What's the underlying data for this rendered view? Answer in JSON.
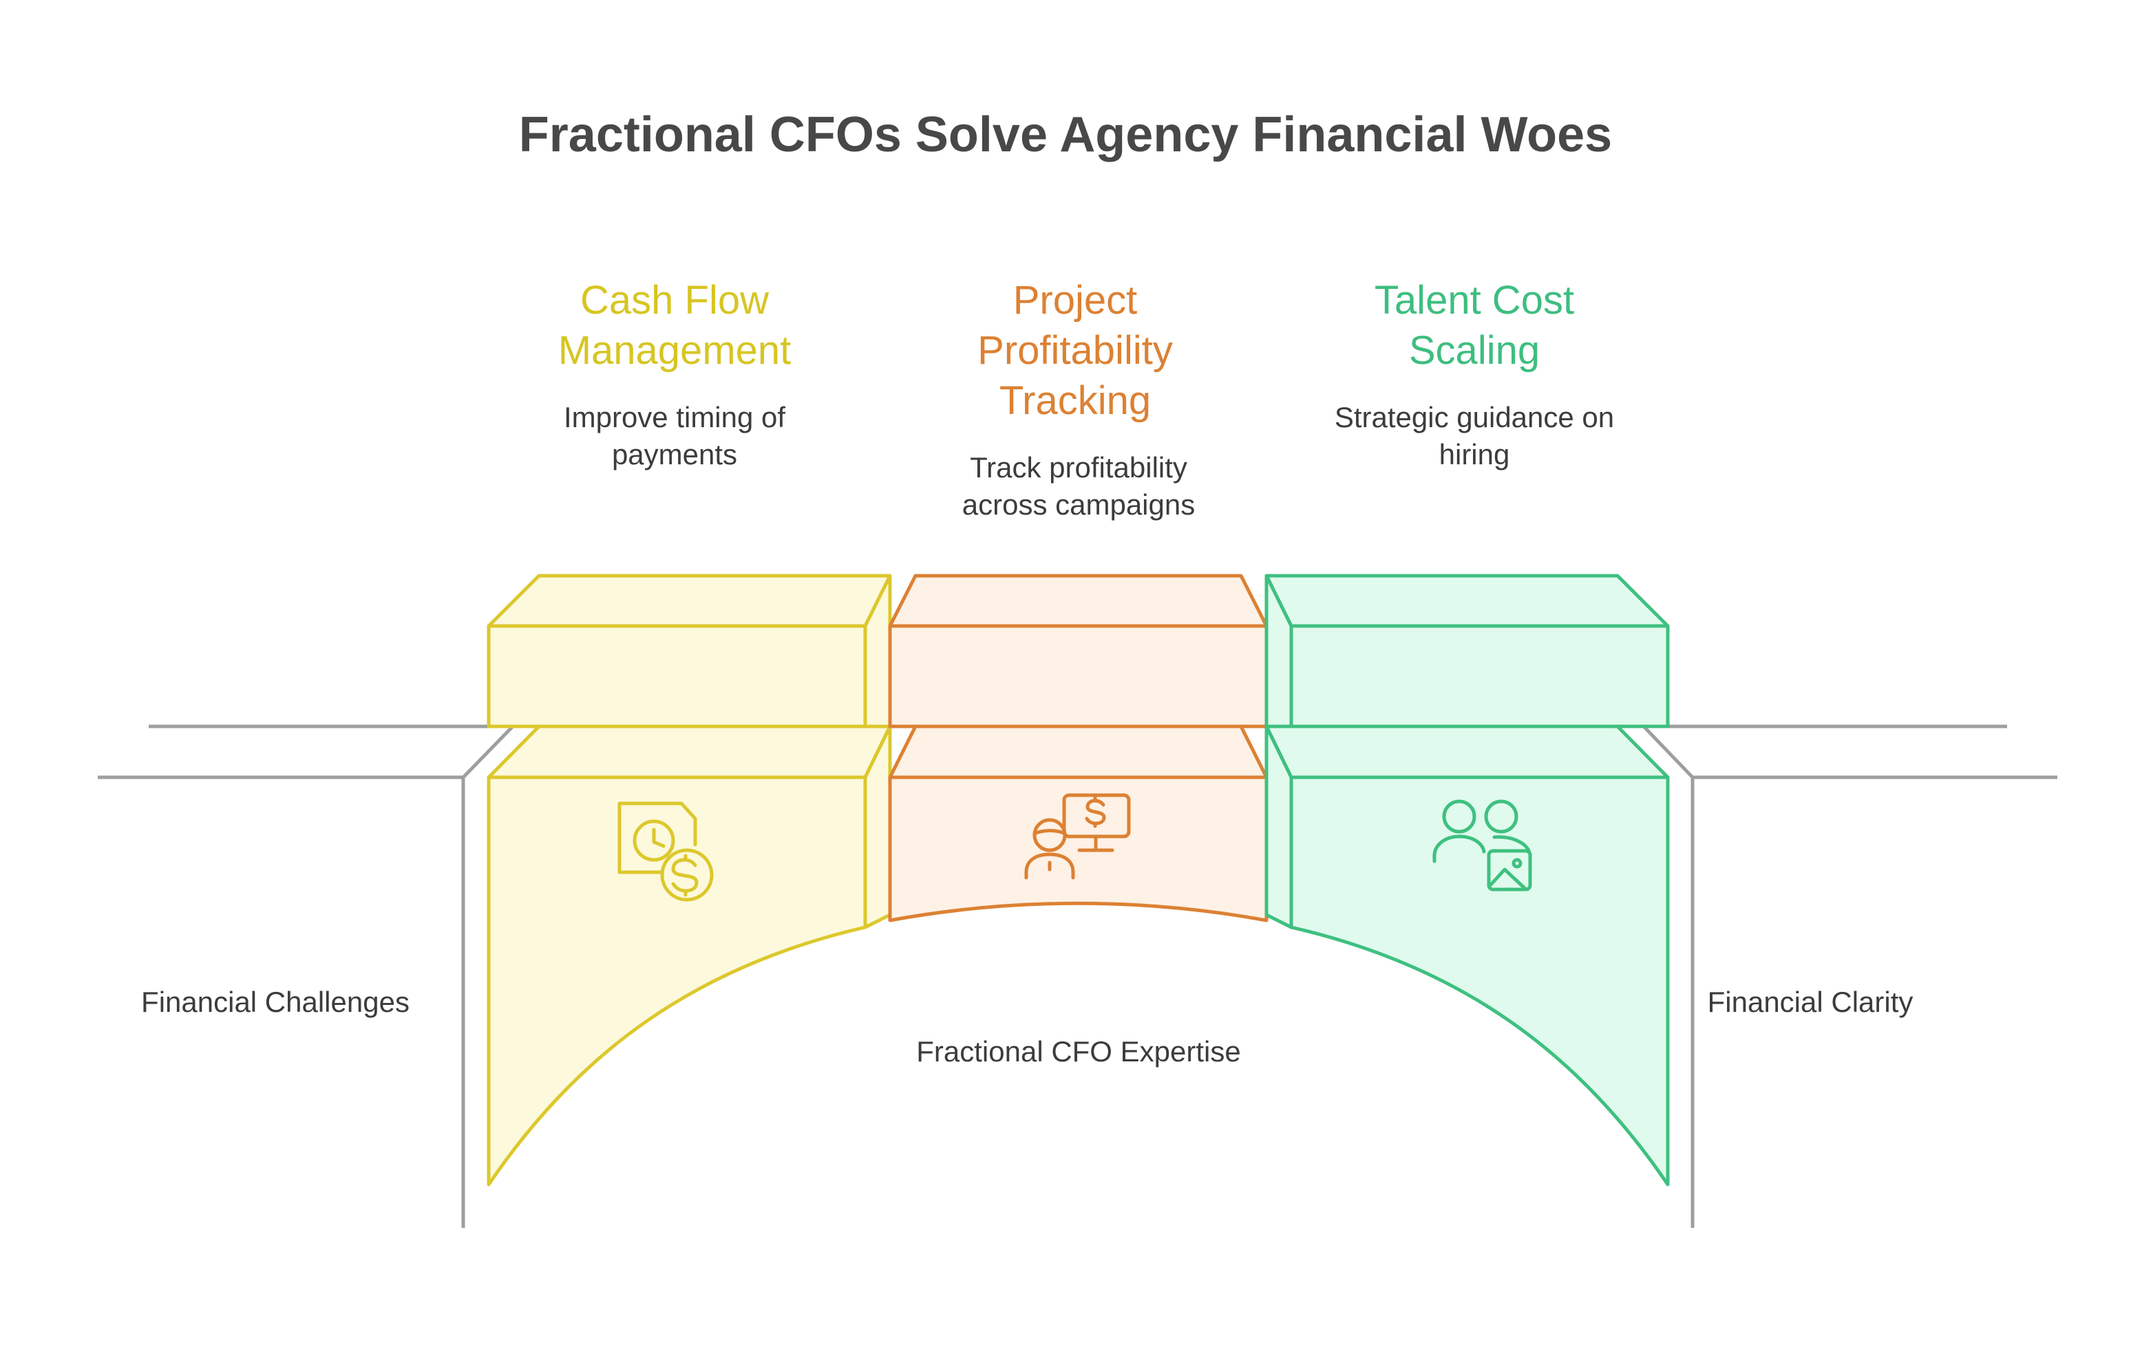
{
  "title": "Fractional CFOs Solve Agency Financial Woes",
  "colors": {
    "yellow_stroke": "#dcc82c",
    "yellow_fill": "#fdf9dc",
    "orange_stroke": "#dc8133",
    "orange_fill": "#fef1e5",
    "green_stroke": "#3fc080",
    "green_fill": "#e0fbee",
    "ground": "#9e9e9e",
    "text": "#3c3c3c"
  },
  "pillars": [
    {
      "heading_line1": "Cash Flow",
      "heading_line2": "Management",
      "heading_line3": "",
      "description_line1": "Improve timing of",
      "description_line2": "payments",
      "icon": "document-clock-dollar-icon"
    },
    {
      "heading_line1": "Project",
      "heading_line2": "Profitability",
      "heading_line3": "Tracking",
      "description_line1": "Track profitability",
      "description_line2": "across campaigns",
      "icon": "person-monitor-dollar-icon"
    },
    {
      "heading_line1": "Talent Cost",
      "heading_line2": "Scaling",
      "heading_line3": "",
      "description_line1": "Strategic guidance on",
      "description_line2": "hiring",
      "icon": "users-image-icon"
    }
  ],
  "labels": {
    "left": "Financial Challenges",
    "center": "Fractional CFO Expertise",
    "right": "Financial Clarity"
  }
}
